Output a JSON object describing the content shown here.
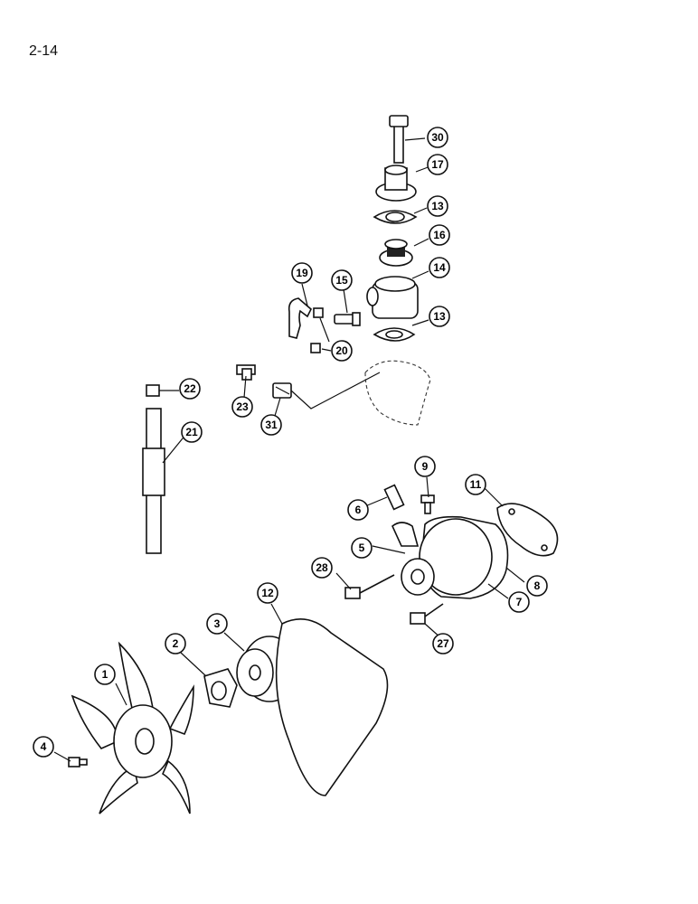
{
  "page": {
    "number": "2-14"
  },
  "callouts": [
    {
      "id": "c1",
      "label": "1"
    },
    {
      "id": "c2",
      "label": "2"
    },
    {
      "id": "c3",
      "label": "3"
    },
    {
      "id": "c4",
      "label": "4"
    },
    {
      "id": "c5",
      "label": "5"
    },
    {
      "id": "c6",
      "label": "6"
    },
    {
      "id": "c7",
      "label": "7"
    },
    {
      "id": "c8",
      "label": "8"
    },
    {
      "id": "c9",
      "label": "9"
    },
    {
      "id": "c11",
      "label": "11"
    },
    {
      "id": "c12",
      "label": "12"
    },
    {
      "id": "c13a",
      "label": "13"
    },
    {
      "id": "c13b",
      "label": "13"
    },
    {
      "id": "c14",
      "label": "14"
    },
    {
      "id": "c15",
      "label": "15"
    },
    {
      "id": "c16",
      "label": "16"
    },
    {
      "id": "c17",
      "label": "17"
    },
    {
      "id": "c19",
      "label": "19"
    },
    {
      "id": "c20",
      "label": "20"
    },
    {
      "id": "c21",
      "label": "21"
    },
    {
      "id": "c22",
      "label": "22"
    },
    {
      "id": "c23",
      "label": "23"
    },
    {
      "id": "c27",
      "label": "27"
    },
    {
      "id": "c28",
      "label": "28"
    },
    {
      "id": "c30",
      "label": "30"
    },
    {
      "id": "c31",
      "label": "31"
    }
  ]
}
